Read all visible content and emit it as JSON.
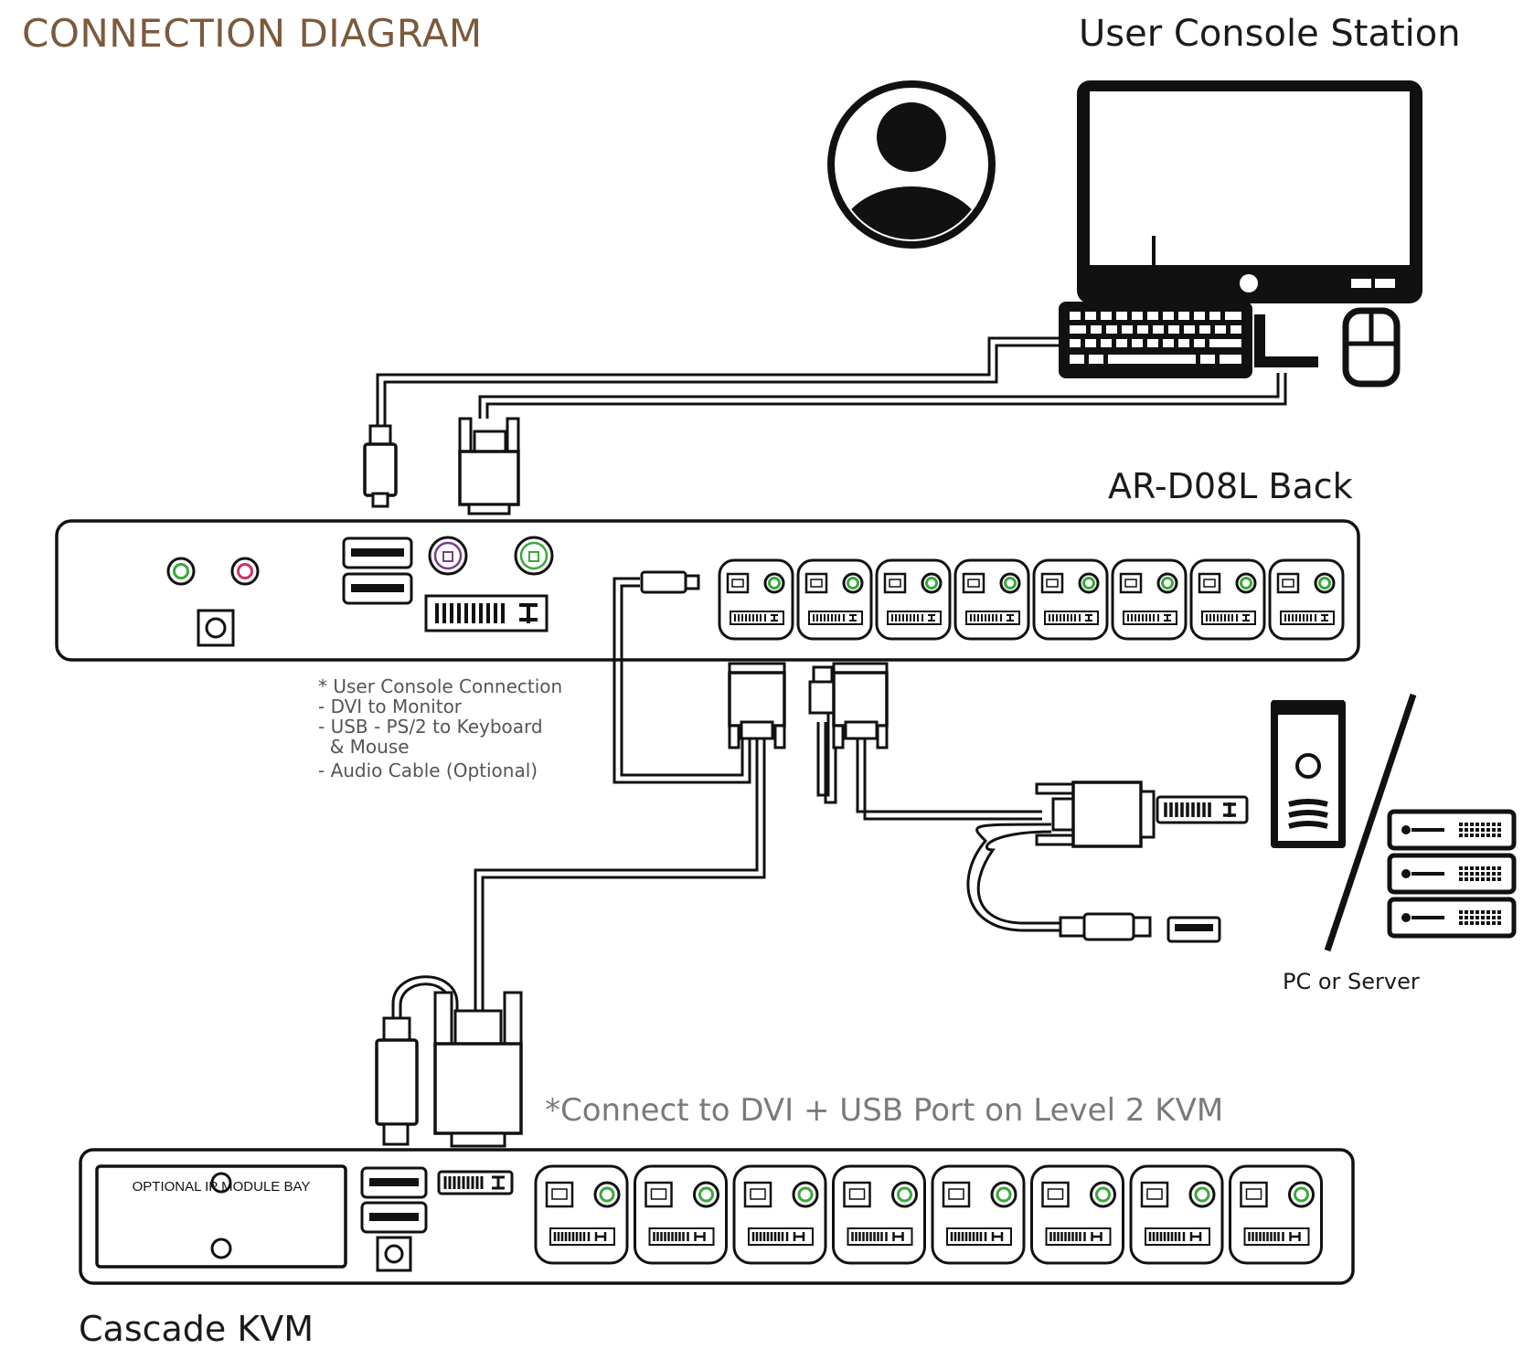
{
  "title": "CONNECTION DIAGRAM",
  "console_station": "User Console Station",
  "main_unit": "AR-D08L Back",
  "cascade_unit": "Cascade KVM",
  "cascade_note": "*Connect to DVI + USB Port on Level 2 KVM",
  "pc_label": "PC or Server",
  "ip_module_bay": "OPTIONAL IP MODULE BAY",
  "user_console_notes": [
    "* User Console Connection",
    "- DVI to Monitor",
    "- USB - PS/2 to Keyboard",
    "  & Mouse",
    "- Audio Cable (Optional)"
  ],
  "colors": {
    "title": "#7b5a3c",
    "line": "#1a1a1a",
    "audio_green": "#3aa83a",
    "audio_pink": "#d0306a",
    "ps2_purple": "#7a3d8c",
    "ps2_green": "#3aa83a"
  },
  "icons": [
    "user-avatar-icon",
    "monitor-icon",
    "keyboard-icon",
    "mouse-icon",
    "pc-tower-icon",
    "server-rack-icon"
  ],
  "port_count_main": 8,
  "port_count_cascade": 8
}
